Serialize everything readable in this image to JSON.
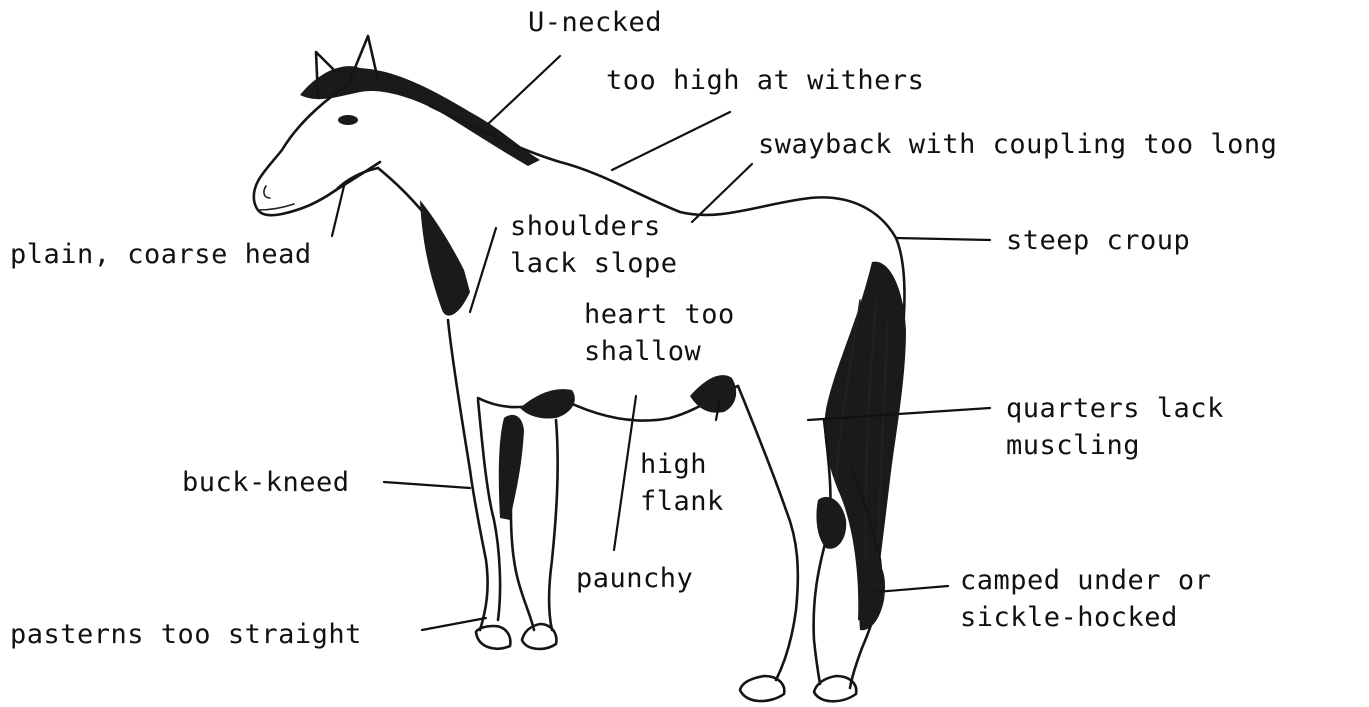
{
  "labels": {
    "u_necked": "U-necked",
    "withers": "too high at withers",
    "swayback": "swayback with coupling too long",
    "head": "plain, coarse head",
    "croup": "steep croup",
    "shoulders": [
      "shoulders",
      "lack slope"
    ],
    "heart": [
      "heart too",
      "shallow"
    ],
    "quarters": [
      "quarters lack",
      "muscling"
    ],
    "buck_kneed": "buck-kneed",
    "flank": [
      "high",
      "flank"
    ],
    "paunchy": "paunchy",
    "camped": [
      "camped under or",
      "sickle-hocked"
    ],
    "pasterns": "pasterns too straight"
  }
}
